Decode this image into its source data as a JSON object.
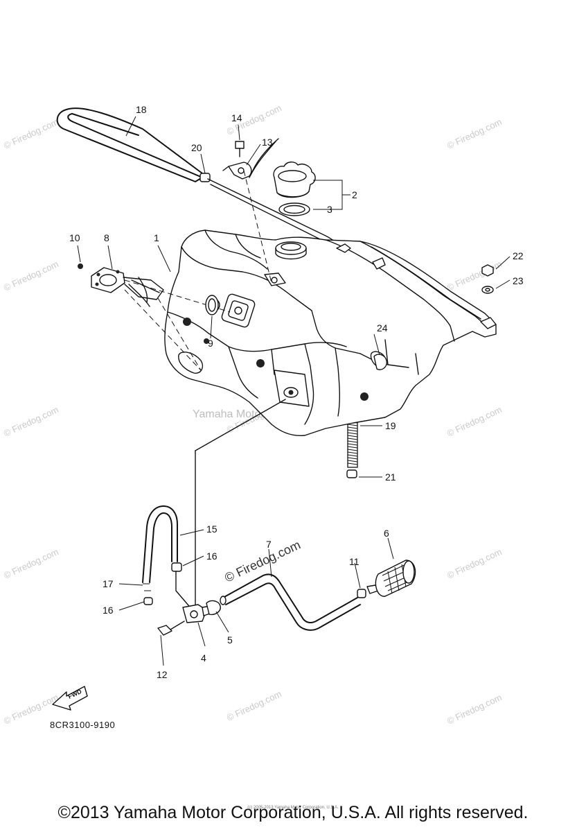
{
  "diagram_code": "8CR3100-9190",
  "footer_copyright": "©2013 Yamaha Motor Corporation, U.S.A. All rights reserved.",
  "tiny_copyright": "(c) 2005-2013 Yamaha Motor Corporation, U.S.A.",
  "watermark_main": "Yamaha Motor Corp. U.S.A.",
  "watermark_site": "© Firedog.com",
  "fwd_label": "FWD",
  "part_labels": {
    "p1": "1",
    "p2": "2",
    "p3": "3",
    "p4": "4",
    "p5": "5",
    "p6": "6",
    "p7": "7",
    "p8": "8",
    "p9": "9",
    "p10": "10",
    "p11": "11",
    "p12": "12",
    "p13": "13",
    "p14": "14",
    "p15": "15",
    "p16a": "16",
    "p16b": "16",
    "p17": "17",
    "p18": "18",
    "p19": "19",
    "p20": "20",
    "p21": "21",
    "p22": "22",
    "p23": "23",
    "p24": "24"
  }
}
